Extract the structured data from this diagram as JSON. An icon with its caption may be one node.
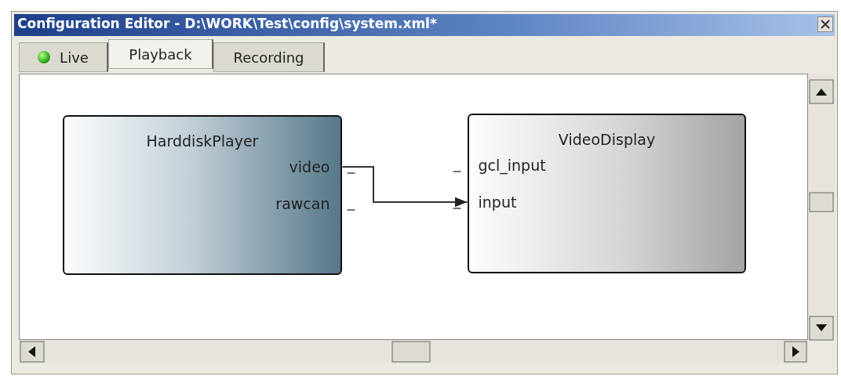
{
  "diagram": {
    "title": "Configuration Editor - D:\\WORK\\Test\\config\\system.xml*",
    "nodes": [
      {
        "text": [
          "HarddiskPlayer"
        ]
      },
      {
        "text": [
          "video"
        ],
        "in": 0
      },
      {
        "text": [
          "rawcan"
        ],
        "in": 0
      },
      {
        "text": [
          "VideoDisplay"
        ]
      },
      {
        "text": [
          "gcl_input"
        ],
        "in": 3
      },
      {
        "text": [
          "input"
        ],
        "in": 3
      }
    ],
    "edges": [
      {
        "from": 1,
        "to": 5,
        "arrow": "to"
      }
    ],
    "labels": [
      "Live",
      "Playback",
      "Recording"
    ]
  }
}
